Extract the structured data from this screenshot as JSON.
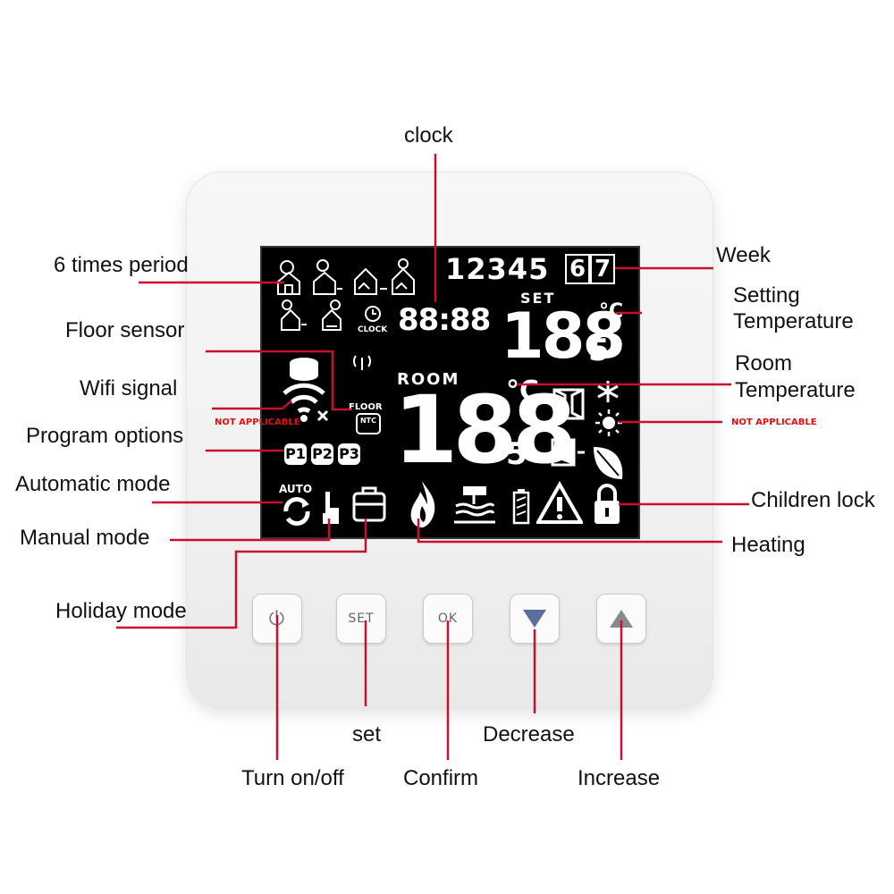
{
  "lcd": {
    "week_digits": "12345",
    "week_boxed": [
      "6",
      "7"
    ],
    "clock_word": "CLOCK",
    "clock_digits": "88:88",
    "set_word": "SET",
    "set_temp_digits": "188",
    "set_temp_decimal": "5",
    "degree_symbol": "°C",
    "room_word": "ROOM",
    "room_temp_digits": "188",
    "room_temp_decimal": "5",
    "floor_word": "FLOOR",
    "ntc_word": "NTC",
    "auto_word": "AUTO",
    "program_labels": [
      "P1",
      "P2",
      "P3"
    ]
  },
  "buttons": {
    "power_glyph": "⏻",
    "set_label": "SET",
    "ok_label": "OK"
  },
  "labels": {
    "clock": "clock",
    "week": "Week",
    "setting_temperature_1": "Setting",
    "setting_temperature_2": "Temperature",
    "room_temperature_1": "Room",
    "room_temperature_2": "Temperature",
    "six_times_period": "6 times period",
    "floor_sensor": "Floor sensor",
    "wifi_signal": "Wifi signal",
    "program_options": "Program options",
    "automatic_mode": "Automatic mode",
    "manual_mode": "Manual mode",
    "holiday_mode": "Holiday mode",
    "children_lock": "Children lock",
    "heating": "Heating",
    "set": "set",
    "turn_on_off": "Turn on/off",
    "confirm": "Confirm",
    "decrease": "Decrease",
    "increase": "Increase",
    "not_applicable_left": "NOT APPLICABLE",
    "not_applicable_right": "NOT APPLICABLE"
  },
  "colors": {
    "callout_line": "#c8102e",
    "screen": "#000000",
    "lcd_segment": "#ffffff"
  }
}
